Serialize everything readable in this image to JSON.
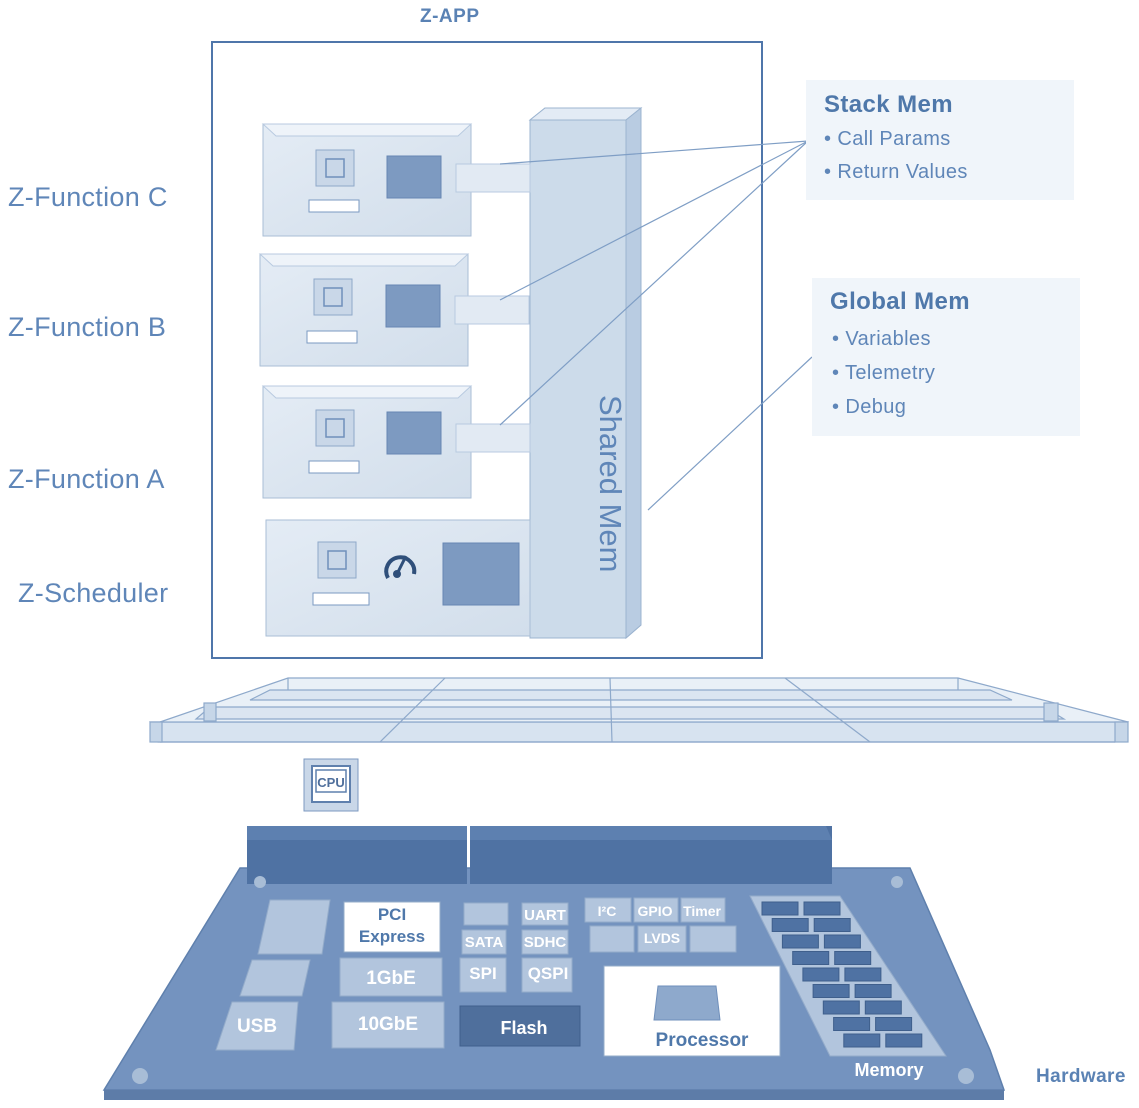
{
  "app": {
    "title": "Z-APP"
  },
  "functions": [
    {
      "label": "Z-Function C"
    },
    {
      "label": "Z-Function B"
    },
    {
      "label": "Z-Function A"
    },
    {
      "label": "Z-Scheduler"
    }
  ],
  "shared_mem": {
    "label": "Shared Mem"
  },
  "stack_mem": {
    "title": "Stack Mem",
    "items": [
      "Call Params",
      "Return Values"
    ]
  },
  "global_mem": {
    "title": "Global Mem",
    "items": [
      "Variables",
      "Telemetry",
      "Debug"
    ]
  },
  "cpu_icon": {
    "label": "CPU"
  },
  "hardware": {
    "label": "Hardware",
    "components": {
      "pci": [
        "PCI",
        "Express"
      ],
      "gbe1": "1GbE",
      "gbe10": "10GbE",
      "usb": "USB",
      "uart": "UART",
      "sata": "SATA",
      "sdhc": "SDHC",
      "spi": "SPI",
      "qspi": "QSPI",
      "flash": "Flash",
      "i2c": "I²C",
      "gpio": "GPIO",
      "timer": "Timer",
      "lvds": "LVDS",
      "processor": "Processor",
      "memory": "Memory"
    }
  },
  "colors": {
    "primary": "#4f78aa",
    "fill_light": "#dce6f1",
    "fill_mid": "#b5c7dd",
    "board": "#6f8fbb",
    "board_dark": "#4f6f9c"
  }
}
